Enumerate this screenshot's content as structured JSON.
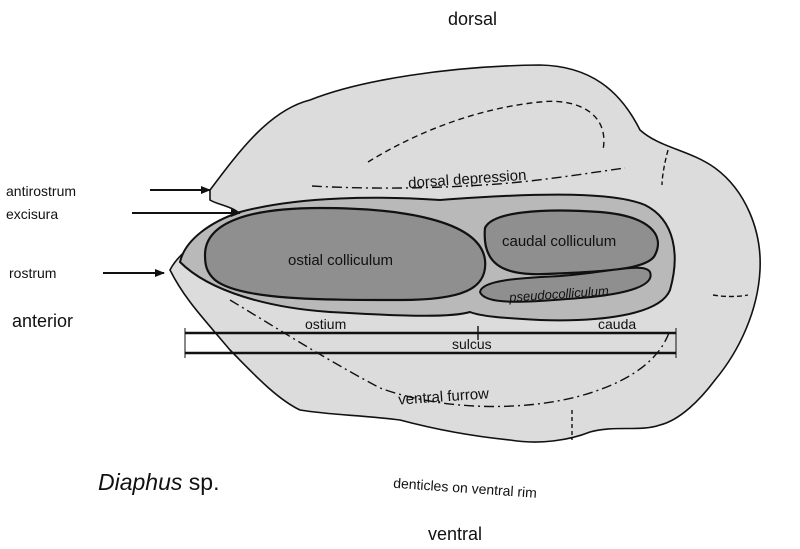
{
  "orientation": {
    "dorsal": "dorsal",
    "ventral": "ventral",
    "anterior": "anterior"
  },
  "structures": {
    "antirostrum": "antirostrum",
    "excisura": "excisura",
    "rostrum": "rostrum",
    "dorsal_depression": "dorsal depression",
    "ostial_colliculum": "ostial colliculum",
    "caudal_colliculum": "caudal colliculum",
    "pseudocolliculum": "pseudocolliculum",
    "ostium": "ostium",
    "cauda": "cauda",
    "sulcus": "sulcus",
    "ventral_furrow": "ventral furrow",
    "denticles": "denticles on ventral rim"
  },
  "species": {
    "genus": "Diaphus",
    "suffix": " sp."
  },
  "colors": {
    "otolith_fill": "#dcdcdc",
    "sulcus_fill": "#b9b9b9",
    "colliculum_fill": "#8f8f8f",
    "outline": "#111111"
  }
}
